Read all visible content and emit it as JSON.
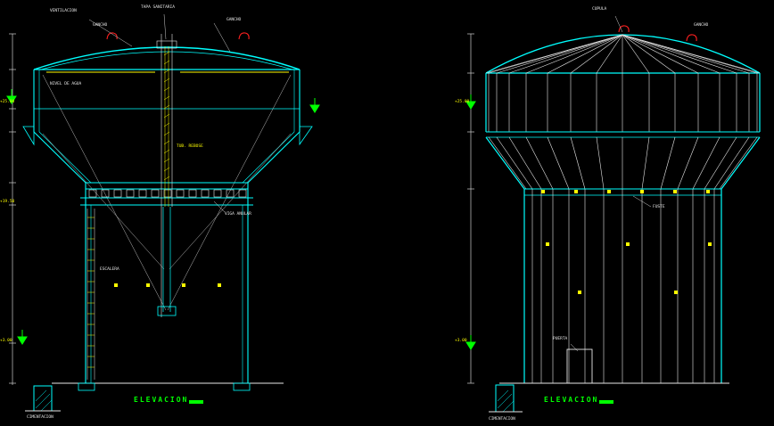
{
  "app": {
    "type": "cad-drawing",
    "background": "#000000"
  },
  "colors": {
    "line_primary": "#00ffff",
    "line_secondary": "#ffffff",
    "detail": "#ffff00",
    "marker": "#00ff00",
    "hook": "#ff2020"
  },
  "views": {
    "left": {
      "caption": "ELEVACION",
      "ann": {
        "vent": "VENTILACION",
        "tapa": "TAPA SANITARIA",
        "gancho1": "GANCHO",
        "gancho2": "GANCHO",
        "nivel": "NIVEL DE AGUA",
        "rebose": "TUB. REBOSE",
        "viga": "VIGA ANULAR",
        "escalera": "ESCALERA",
        "cota1": "+25.00",
        "cota2": "+19.50",
        "cota3": "+3.00",
        "cim": "CIMENTACION"
      }
    },
    "right": {
      "caption": "ELEVACION",
      "ann": {
        "cupula": "CUPULA",
        "gancho": "GANCHO",
        "fuste": "FUSTE",
        "puerta": "PUERTA",
        "cota1": "+25.00",
        "cota2": "+3.00",
        "cim": "CIMENTACION"
      }
    }
  }
}
